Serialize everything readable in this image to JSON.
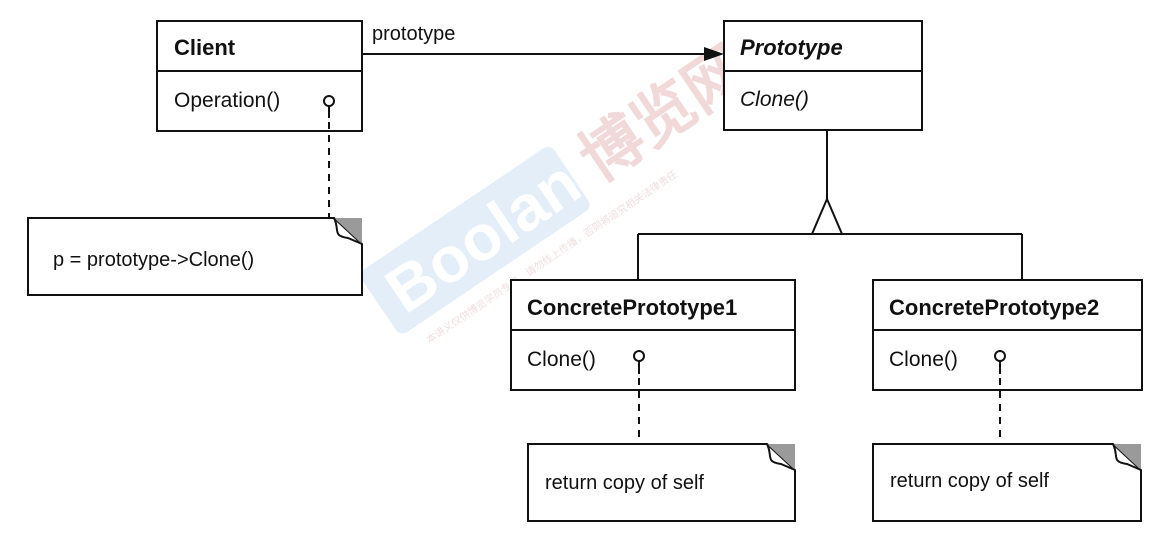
{
  "diagram": {
    "client": {
      "name": "Client",
      "operation": "Operation()"
    },
    "association_label": "prototype",
    "prototype": {
      "name": "Prototype",
      "operation": "Clone()"
    },
    "concrete1": {
      "name": "ConcretePrototype1",
      "operation": "Clone()"
    },
    "concrete2": {
      "name": "ConcretePrototype2",
      "operation": "Clone()"
    },
    "client_note": "p = prototype->Clone()",
    "concrete1_note": "return copy of self",
    "concrete2_note": "return copy of self"
  },
  "watermark": {
    "brand": "Boolan",
    "brand_cn": "博览网",
    "fine_print": "本讲义仅供博览学员专用，请勿线上传播，否则将追究相关法律责任"
  },
  "colors": {
    "line": "#111111",
    "note_corner": "#9a9a9a",
    "watermark_blue": "#d8e8f5",
    "watermark_red": "#f1d9d9"
  }
}
